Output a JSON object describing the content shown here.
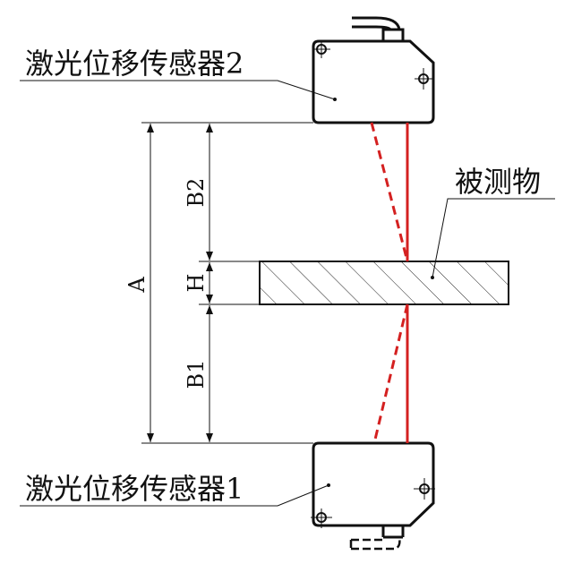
{
  "labels": {
    "sensor2": "激光位移传感器2",
    "sensor1": "激光位移传感器1",
    "object": "被测物",
    "dim_a": "A",
    "dim_b2": "B2",
    "dim_h": "H",
    "dim_b1": "B1"
  },
  "colors": {
    "laser": "#d42020",
    "line": "#111111"
  }
}
